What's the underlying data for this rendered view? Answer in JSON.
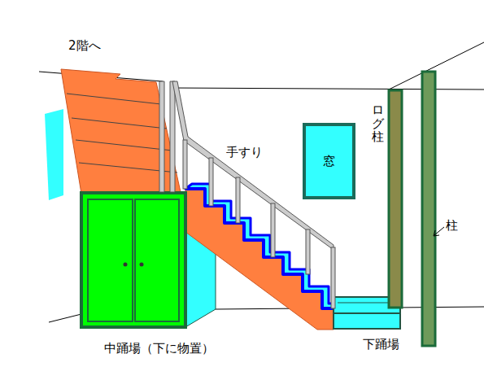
{
  "diagram": {
    "nodes": [
      {
        "text": [
          "窓"
        ]
      }
    ],
    "labels": [
      "2階へ",
      "手すり",
      "ログ柱",
      "柱",
      "中踊場（下に物置）",
      "下踊場"
    ]
  }
}
